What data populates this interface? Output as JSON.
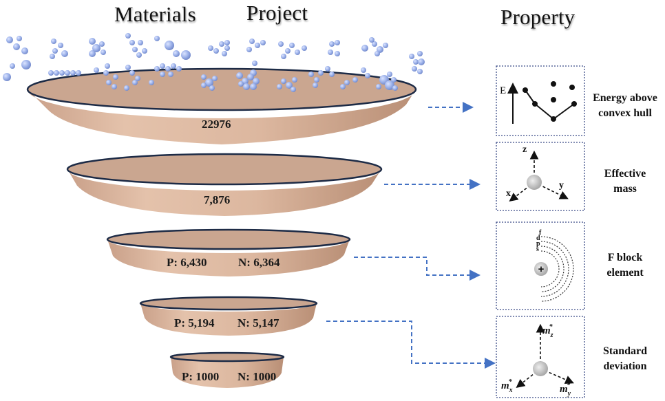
{
  "headers": {
    "materials": "Materials",
    "project": "Project",
    "property": "Property"
  },
  "tiers": [
    {
      "count": "22976"
    },
    {
      "count": "7,876"
    },
    {
      "p": "P: 6,430",
      "n": "N: 6,364"
    },
    {
      "p": "P: 5,194",
      "n": "N: 5,147"
    },
    {
      "p": "P: 1000",
      "n": "N: 1000"
    }
  ],
  "properties": [
    {
      "line1": "Energy above",
      "line2": "convex hull",
      "axis": "E"
    },
    {
      "line1": "Effective",
      "line2": "mass",
      "axis_x": "x",
      "axis_y": "y",
      "axis_z": "z"
    },
    {
      "line1": "F block",
      "line2": "element",
      "orbitals": [
        "f",
        "d",
        "p",
        "s"
      ],
      "nucleus": "+"
    },
    {
      "line1": "Standard",
      "line2": "deviation",
      "axis_x": "m",
      "axis_y": "m",
      "axis_z": "m",
      "sup": "*",
      "sub_x": "x",
      "sub_y": "y",
      "sub_z": "z"
    }
  ],
  "colors": {
    "bowl": "#d7b39b",
    "bowl_inner": "#c9a58d",
    "rim": "#1d2b46",
    "atom": "#9fb4ea",
    "arrow": "#4472c4",
    "box": "#3a4a86"
  }
}
